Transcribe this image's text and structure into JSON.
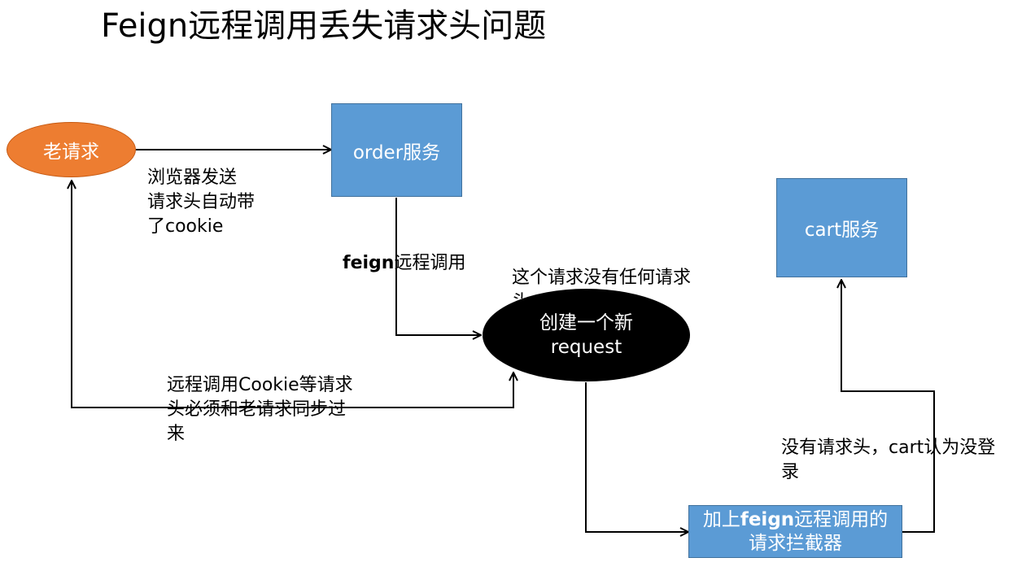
{
  "title": "Feign远程调用丢失请求头问题",
  "nodes": {
    "old_request": "老请求",
    "order_service": "order服务",
    "cart_service": "cart服务",
    "new_request_line1": "创建一个新",
    "new_request_line2": "request",
    "interceptor_prefix": "加上",
    "interceptor_bold": "feign",
    "interceptor_suffix": "远程调用的",
    "interceptor_line2": "请求拦截器"
  },
  "notes": {
    "browser": [
      "浏览器发送",
      "请求头自动带",
      "了cookie"
    ],
    "feign_bold": "feign",
    "feign_rest": "远程调用",
    "no_headers": [
      "这个请求没有任何请求",
      "头"
    ],
    "sync": [
      "远程调用Cookie等请求",
      "头必须和老请求同步过",
      "来"
    ],
    "cart_login": [
      "没有请求头，cart认为没登",
      "录"
    ]
  },
  "colors": {
    "orange": "#ed7d31",
    "blue": "#5b9bd5",
    "black": "#000000"
  }
}
